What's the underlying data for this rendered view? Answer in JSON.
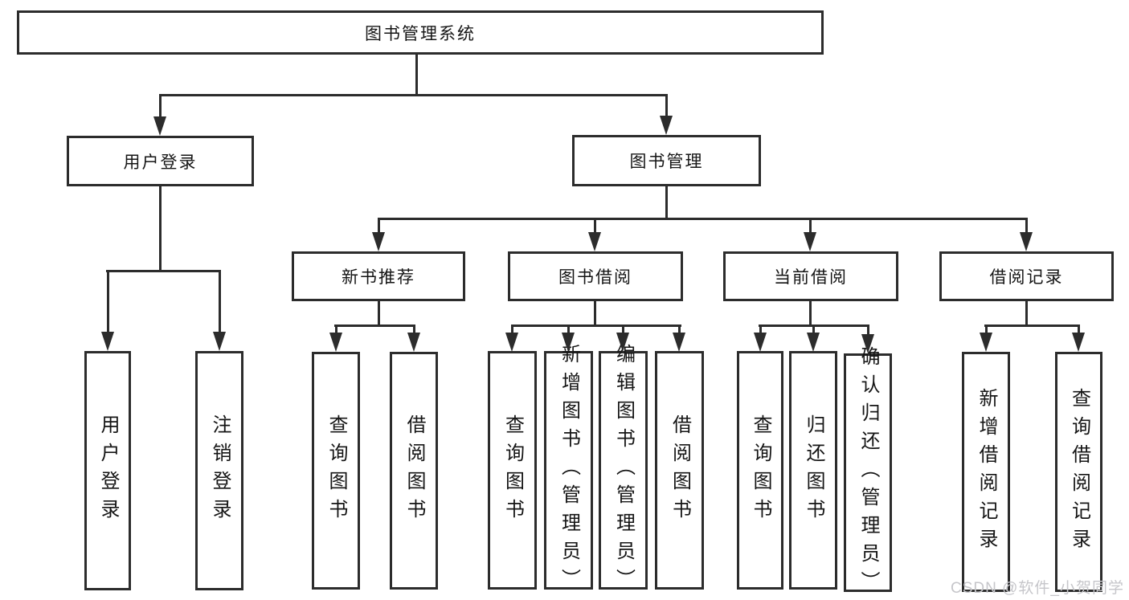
{
  "diagram": {
    "title": "图书管理系统",
    "branches": [
      {
        "label": "用户登录",
        "children": [
          "用户登录",
          "注销登录"
        ]
      },
      {
        "label": "图书管理",
        "sections": [
          {
            "label": "新书推荐",
            "children": [
              "查询图书",
              "借阅图书"
            ]
          },
          {
            "label": "图书借阅",
            "children": [
              "查询图书",
              "新增图书（管理员）",
              "编辑图书（管理员）",
              "借阅图书"
            ]
          },
          {
            "label": "当前借阅",
            "children": [
              "查询图书",
              "归还图书",
              "确认归还（管理员）"
            ]
          },
          {
            "label": "借阅记录",
            "children": [
              "新增借阅记录",
              "查询借阅记录"
            ]
          }
        ]
      }
    ]
  },
  "watermark": {
    "text": "CSDN @软件_小贺同学"
  },
  "colors": {
    "line": "#2c2c2c",
    "text": "#151515",
    "watermark": "#c6c6ca",
    "background": "#ffffff"
  }
}
